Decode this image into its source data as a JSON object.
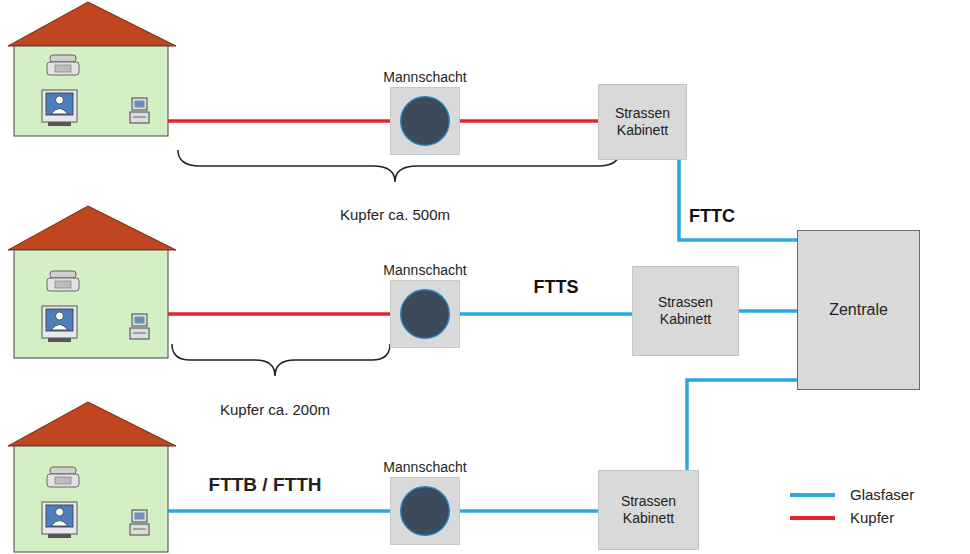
{
  "diagram": {
    "nodes": [
      {
        "text": [
          "Mannschacht"
        ]
      },
      {
        "text": [
          "Strassen Kabinett"
        ]
      },
      {
        "text": [
          "Zentrale"
        ]
      },
      {
        "text": [
          "Mannschacht"
        ]
      },
      {
        "text": [
          "Strassen Kabinett"
        ]
      },
      {
        "text": [
          "Mannschacht"
        ]
      },
      {
        "text": [
          "Strassen Kabinett"
        ]
      }
    ],
    "edges": [
      {
        "from": 0,
        "to": 1,
        "arrow": "none"
      },
      {
        "from": 1,
        "to": 2,
        "arrow": "none",
        "label": "FTTC"
      },
      {
        "from": 3,
        "to": 4,
        "arrow": "none",
        "label": "FTTS"
      },
      {
        "from": 4,
        "to": 2,
        "arrow": "none"
      },
      {
        "from": 5,
        "to": 6,
        "arrow": "none"
      },
      {
        "from": 6,
        "to": 2,
        "arrow": "none"
      }
    ],
    "labels": [
      "Kupfer ca. 500m",
      "Kupfer ca. 200m",
      "FTTB / FTTH"
    ],
    "legend": [
      {
        "text": "Glasfaser",
        "color": "#29a9e0"
      },
      {
        "text": "Kupfer",
        "color": "#e3262d"
      }
    ]
  }
}
